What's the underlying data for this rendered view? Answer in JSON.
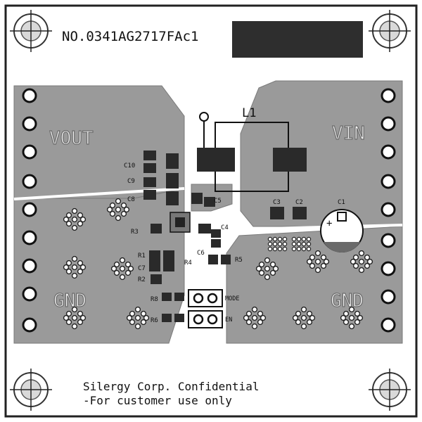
{
  "board": {
    "part_number": "NO.0341AG2717FAc1",
    "colors": {
      "copper": "#9a9a9a",
      "copper_edge": "#7a7a7a",
      "pad": "#2a2a2a",
      "outline": "#222222",
      "background": "#ffffff"
    }
  },
  "net_labels": {
    "vout": "VOUT",
    "vin": "VIN",
    "gnd_left": "GND",
    "gnd_right": "GND"
  },
  "components": {
    "l1": "L1",
    "c1": "C1",
    "c2": "C2",
    "c3": "C3",
    "c4": "C4",
    "c5": "C5",
    "c6": "C6",
    "c7": "C7",
    "c8": "C8",
    "c9": "C9",
    "c10": "C10",
    "r1": "R1",
    "r2": "R2",
    "r3": "R3",
    "r4": "R4",
    "r5": "R5",
    "r6": "R6",
    "r8": "R8",
    "c1_polarity": "+"
  },
  "headers": {
    "mode": "MODE",
    "en": "EN"
  },
  "footer": {
    "line1": "Silergy Corp. Confidential",
    "line2": "-For customer use only"
  }
}
